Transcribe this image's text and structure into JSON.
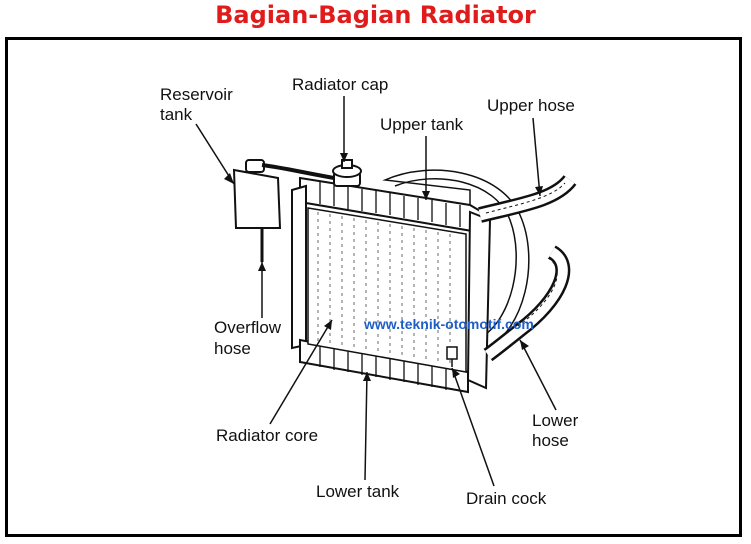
{
  "title": "Bagian-Bagian Radiator",
  "colors": {
    "title": "#e01b1b",
    "watermark": "#1f5ec7",
    "line": "#111111"
  },
  "watermark": "www.teknik-otomotif.com",
  "labels": {
    "reservoir_tank_1": "Reservoir",
    "reservoir_tank_2": "tank",
    "radiator_cap": "Radiator cap",
    "upper_tank": "Upper tank",
    "upper_hose": "Upper hose",
    "overflow_hose_1": "Overflow",
    "overflow_hose_2": "hose",
    "radiator_core": "Radiator core",
    "lower_tank": "Lower tank",
    "drain_cock": "Drain cock",
    "lower_hose_1": "Lower",
    "lower_hose_2": "hose"
  }
}
